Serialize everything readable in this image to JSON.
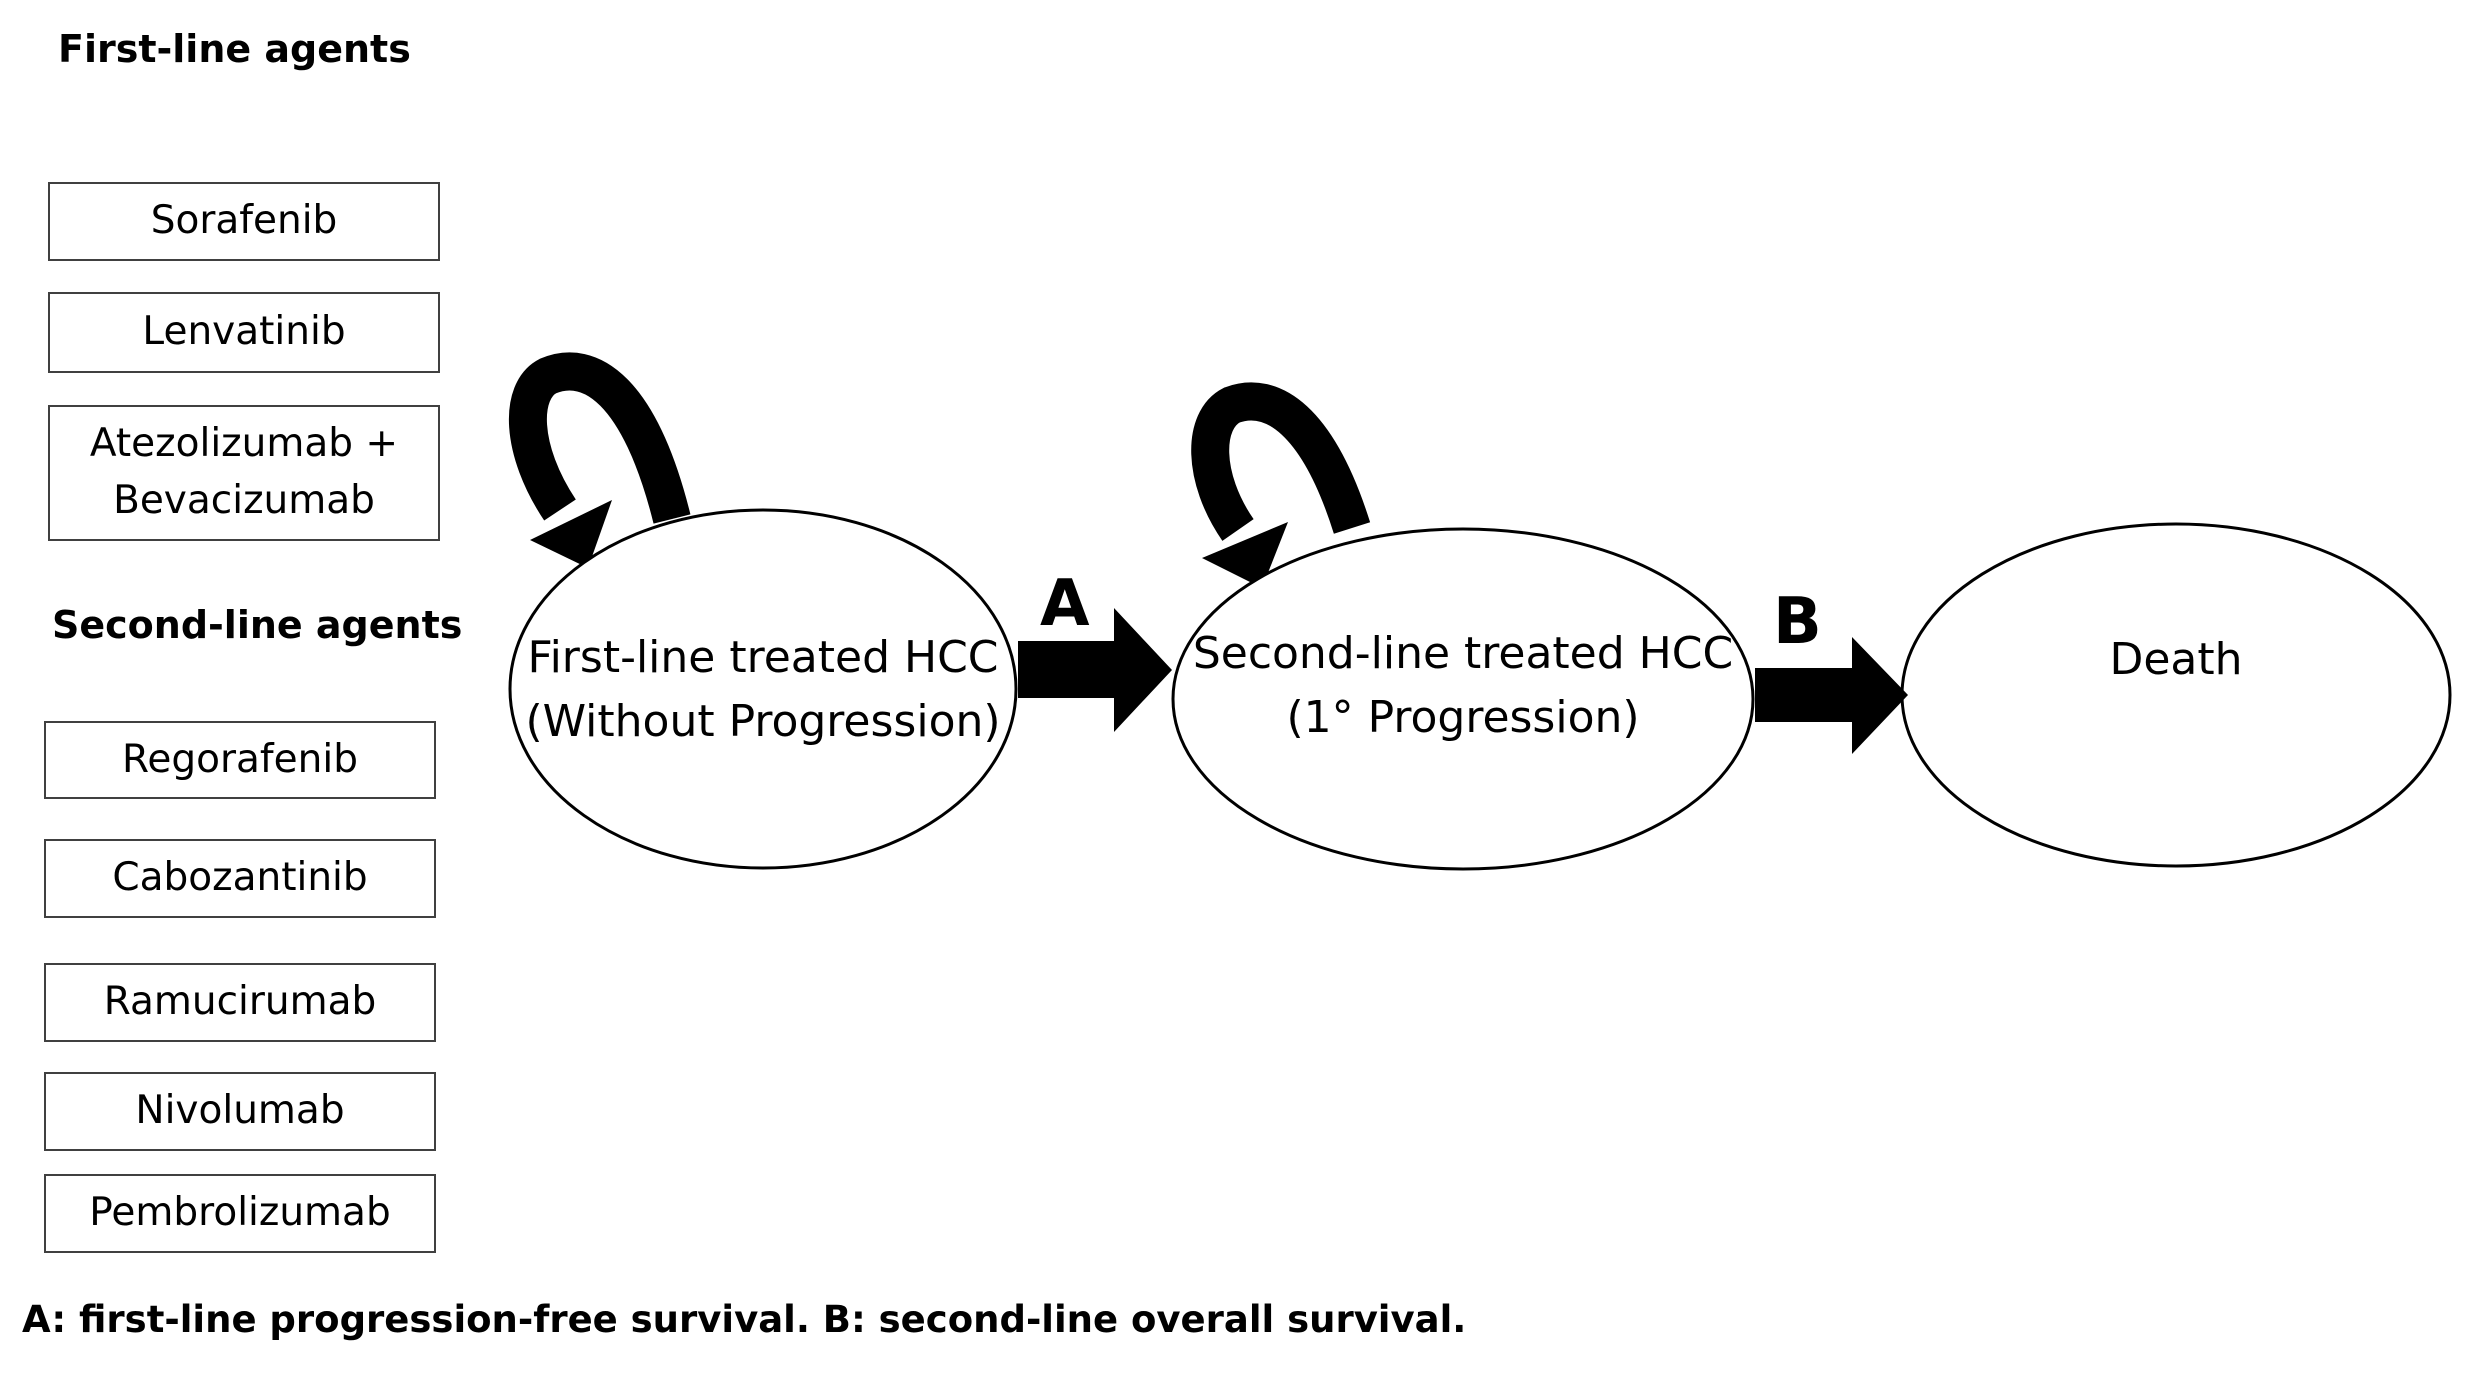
{
  "first_line": {
    "heading": "First-line agents",
    "agents": [
      "Sorafenib",
      "Lenvatinib",
      "Atezolizumab +\nBevacizumab"
    ]
  },
  "second_line": {
    "heading": "Second-line agents",
    "agents": [
      "Regorafenib",
      "Cabozantinib",
      "Ramucirumab",
      "Nivolumab",
      "Pembrolizumab"
    ]
  },
  "states": {
    "first_line": "First-line treated HCC\n(Without Progression)",
    "second_line": "Second-line treated HCC\n(1° Progression)",
    "death": "Death"
  },
  "transitions": {
    "a_label": "A",
    "b_label": "B"
  },
  "footnote": "A: first-line progression-free survival. B: second-line overall survival."
}
